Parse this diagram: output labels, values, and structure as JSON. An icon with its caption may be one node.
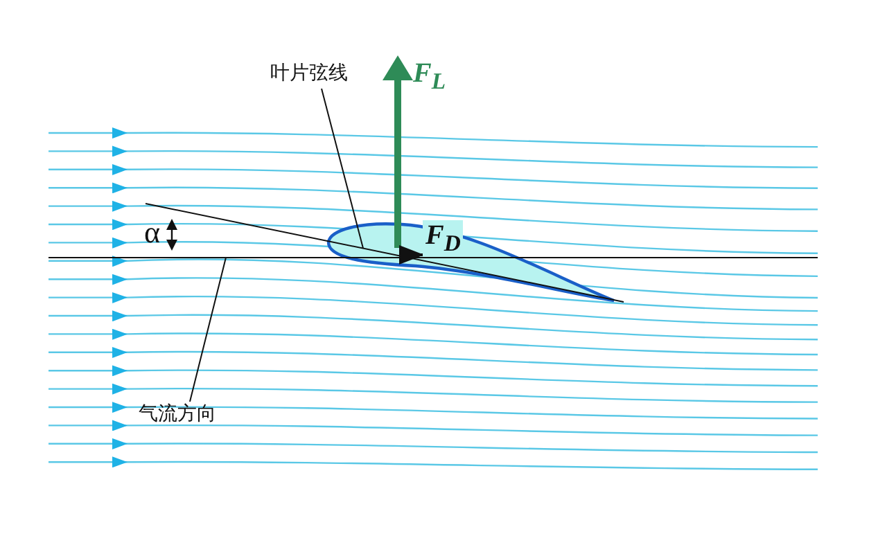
{
  "diagram": {
    "nodes": [
      {
        "text": [
          "叶片弦线"
        ]
      },
      {
        "text": [],
        "shape": "line"
      },
      {
        "text": [
          "气流方向"
        ]
      },
      {
        "text": [],
        "shape": "line"
      }
    ],
    "edges": [
      {
        "from": 0,
        "to": 1,
        "arrow": "none"
      },
      {
        "from": 2,
        "to": 3,
        "arrow": "none"
      }
    ],
    "labels": [
      "F$_{L}$",
      "F$_{D}$",
      "α"
    ]
  }
}
